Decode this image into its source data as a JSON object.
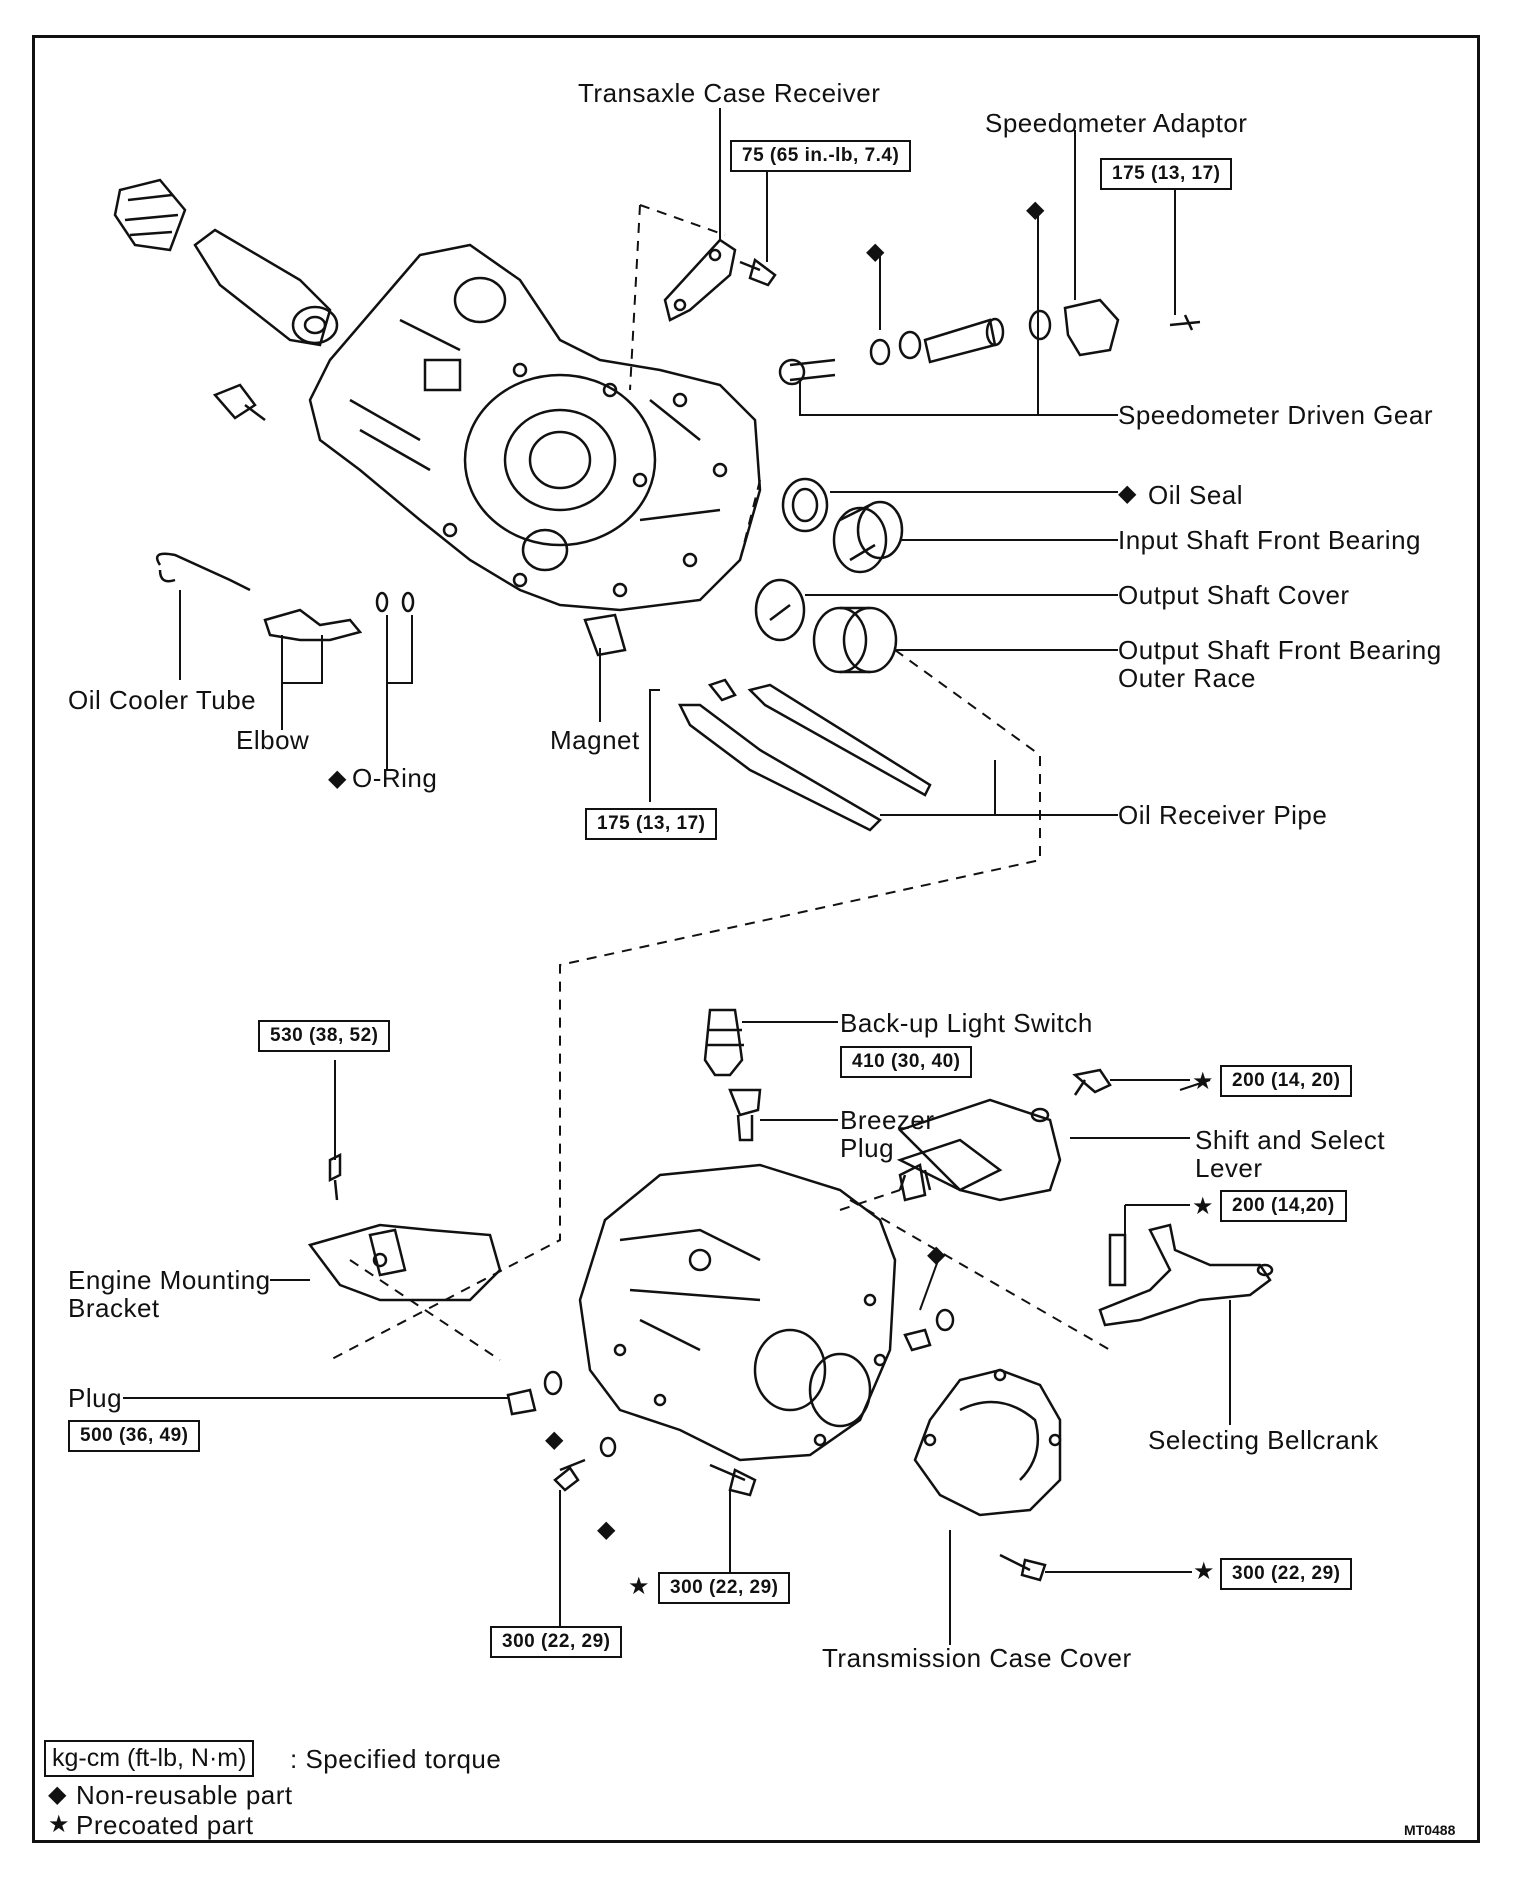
{
  "labels": {
    "transaxle_case_receiver": "Transaxle Case Receiver",
    "speedometer_adaptor": "Speedometer Adaptor",
    "speedometer_driven_gear": "Speedometer Driven Gear",
    "oil_seal": "Oil Seal",
    "input_shaft_front_bearing": "Input Shaft Front Bearing",
    "output_shaft_cover": "Output Shaft Cover",
    "output_shaft_front_bearing_1": "Output Shaft Front Bearing",
    "output_shaft_front_bearing_2": "Outer Race",
    "oil_cooler_tube": "Oil Cooler Tube",
    "elbow": "Elbow",
    "o_ring": "O-Ring",
    "magnet": "Magnet",
    "oil_receiver_pipe": "Oil Receiver Pipe",
    "backup_light_switch": "Back-up Light Switch",
    "breezer_plug_1": "Breezer",
    "breezer_plug_2": "Plug",
    "shift_select_lever_1": "Shift and Select",
    "shift_select_lever_2": "Lever",
    "engine_mounting_bracket_1": "Engine Mounting",
    "engine_mounting_bracket_2": "Bracket",
    "plug": "Plug",
    "selecting_bellcrank": "Selecting Bellcrank",
    "transmission_case_cover": "Transmission Case Cover"
  },
  "torques": {
    "case_receiver": "75 (65 in.-lb, 7.4)",
    "speedo_adaptor": "175 (13, 17)",
    "oil_receiver": "175 (13, 17)",
    "backup_switch": "410 (30, 40)",
    "shift_lever": "200 (14, 20)",
    "bellcrank": "200 (14,20)",
    "bracket": "530 (38, 52)",
    "plug": "500 (36, 49)",
    "case_bolt_center": "300 (22, 29)",
    "case_bolt_left": "300 (22, 29)",
    "cover_bolt": "300 (22, 29)"
  },
  "symbols": {
    "diamond": "◆",
    "star": "★"
  },
  "legend": {
    "unit_box": "kg-cm (ft-lb, N·m)",
    "unit_desc": ": Specified torque",
    "non_reusable": "Non-reusable part",
    "precoated": "Precoated part"
  },
  "figure_code": "MT0488"
}
